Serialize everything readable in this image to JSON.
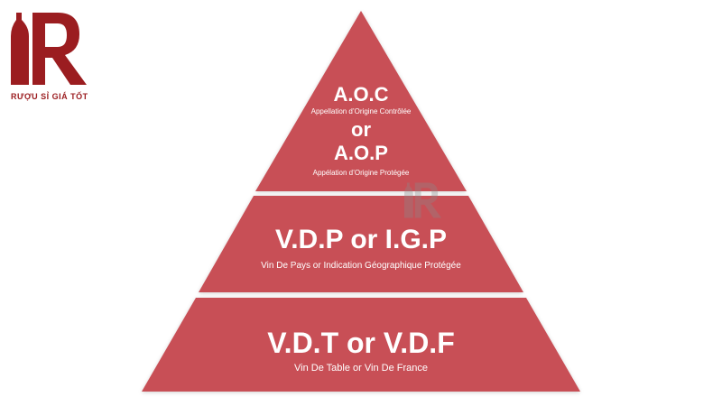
{
  "logo": {
    "brand_text": "RƯỢU SỈ GIÁ TỐT",
    "color": "#9b1d20"
  },
  "pyramid": {
    "fill_color": "#c85056",
    "tiers": [
      {
        "lines": [
          "A.O.C",
          "Appellation d’Origine Contrôlée",
          "or",
          "A.O.P",
          "Appélation d’Origine Protégée"
        ]
      },
      {
        "lines": [
          "V.D.P or I.G.P",
          "Vin De Pays or Indication Géographique Protégée"
        ]
      },
      {
        "lines": [
          "V.D.T or V.D.F",
          "Vin De Table or Vin De France"
        ]
      }
    ]
  }
}
